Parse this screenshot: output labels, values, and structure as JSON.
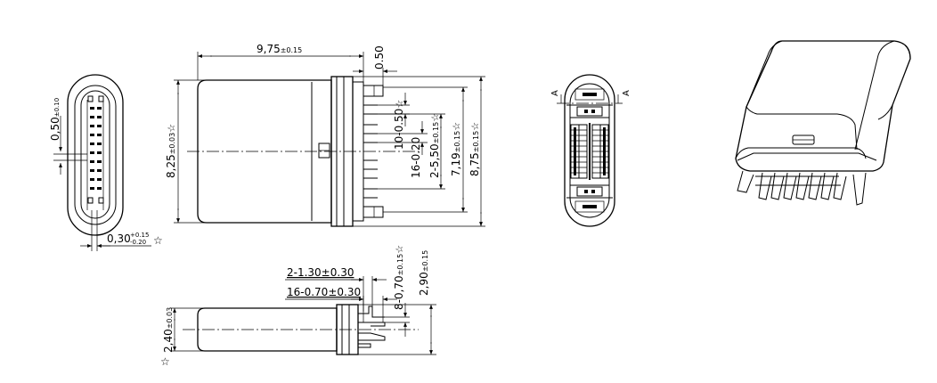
{
  "dimensions": {
    "len_9_75": "9,75",
    "tol_9_75": "±0.15",
    "d_0_50_top": "0.50",
    "d_8_25": "8,25",
    "tol_8_25": "±0.03",
    "d_7_19": "7,19",
    "tol_7_19": "±0.15",
    "d_8_75": "8,75",
    "tol_8_75": "±0.15",
    "d_10_050": "10-0.50",
    "d_16_020": "16-0.20",
    "d_2_550": "2-5,50",
    "tol_2_550": "±0.15",
    "d_0_50_left": "0,50",
    "tol_0_50_left": "±0.10",
    "d_0_30": "0,30",
    "tol_0_30_up": "+0.15",
    "tol_0_30_dn": "-0.20",
    "d_2_130": "2-1.30±0.30",
    "d_16_070": "16-0.70±0.30",
    "d_8_070": "8-0,70",
    "tol_8_070": "±0.15",
    "d_2_90": "2,90",
    "tol_2_90": "±0.15",
    "d_2_40": "2,40",
    "tol_2_40": "±0.03",
    "star": "☆"
  },
  "section": {
    "marker_left": "A",
    "marker_right": "A"
  }
}
